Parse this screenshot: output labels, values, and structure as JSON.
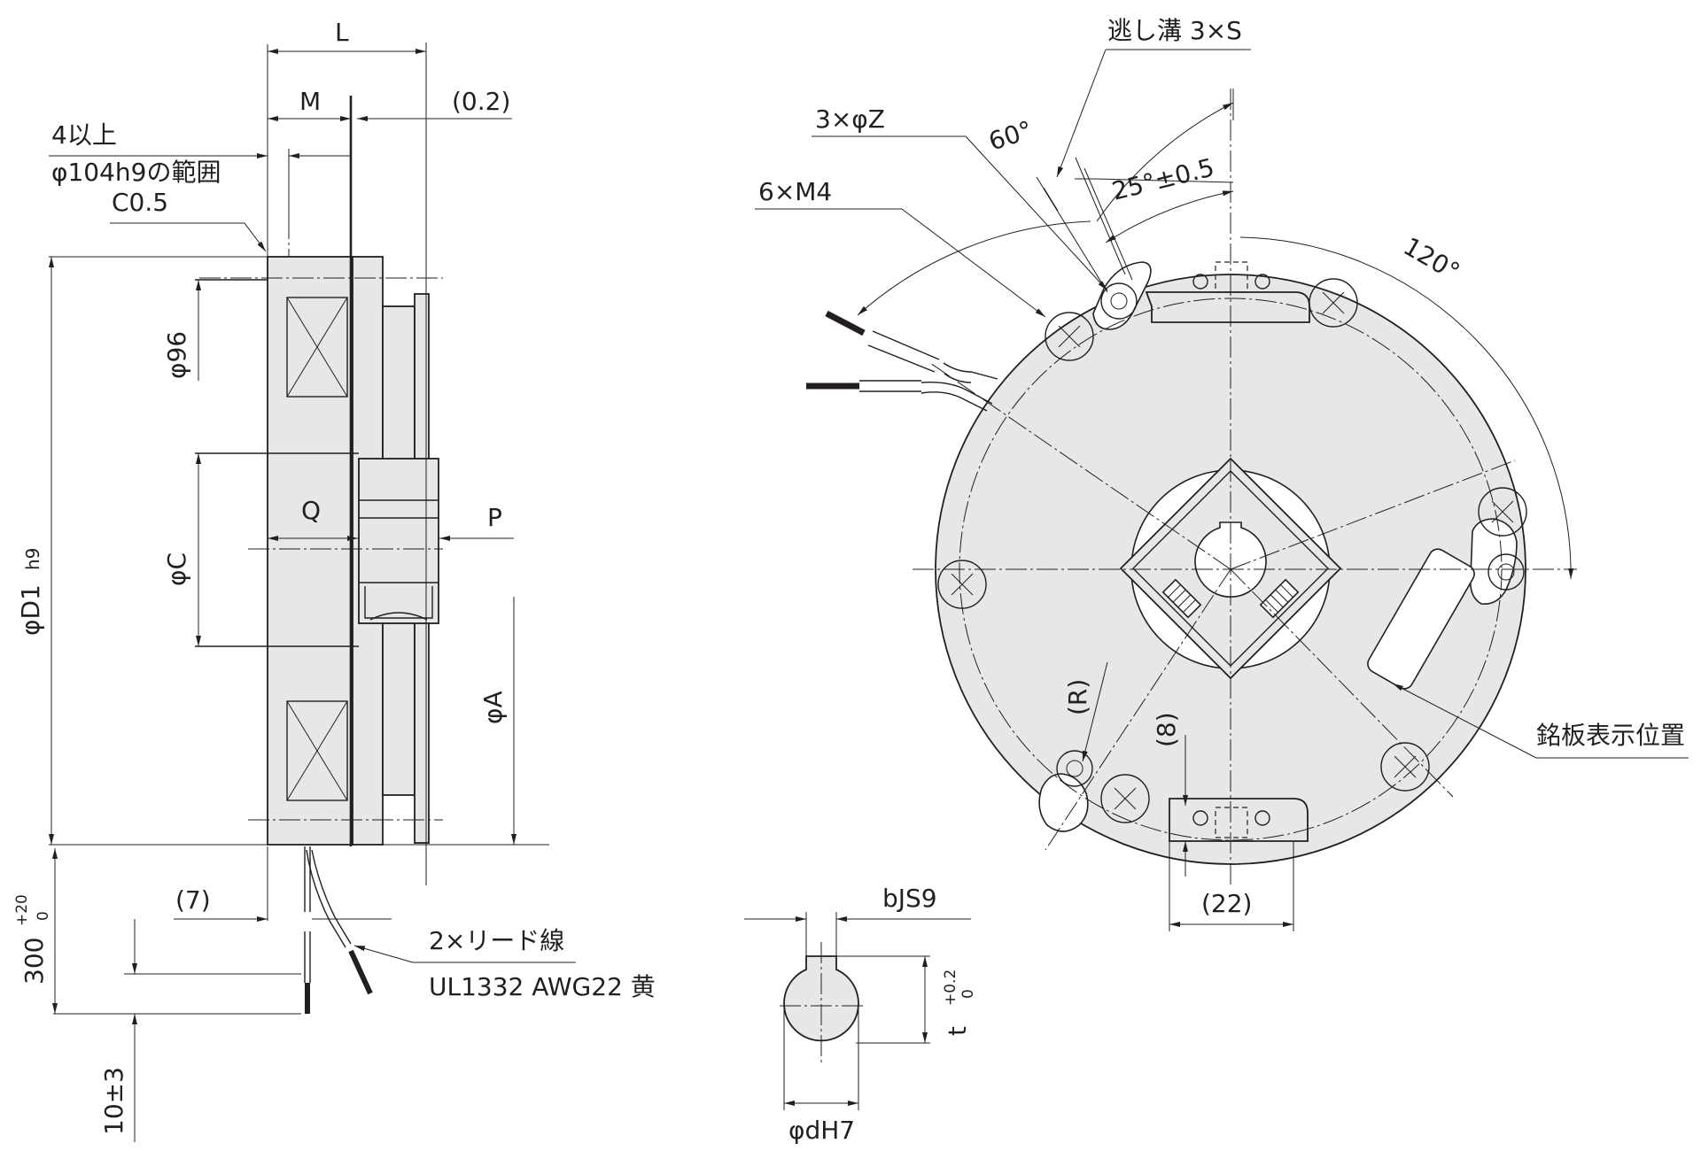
{
  "labels": {
    "L": "L",
    "M": "M",
    "gap": "(0.2)",
    "min4": "4以上",
    "range104": "φ104h9の範囲",
    "chamfer": "C0.5",
    "d96": "φ96",
    "dC": "φC",
    "dD1": "φD1",
    "h9": "h9",
    "Q": "Q",
    "P": "P",
    "dA": "φA",
    "seven": "(7)",
    "len300": "300",
    "tol300_up": "+20",
    "tol300_lo": "0",
    "len10": "10±3",
    "leads": "2×リード線",
    "ul": "UL1332 AWG22 黄",
    "relief": "逃し溝 3×S",
    "holesZ": "3×φZ",
    "m4": "6×M4",
    "ang60": "60°",
    "ang25": "25°±0.5",
    "ang120": "120°",
    "R": "(R)",
    "eight": "(8)",
    "twentytwo": "(22)",
    "nameplate": "銘板表示位置",
    "bJS9": "bJS9",
    "t": "t",
    "t_up": "+0.2",
    "t_lo": "0",
    "dH7": "φdH7"
  }
}
